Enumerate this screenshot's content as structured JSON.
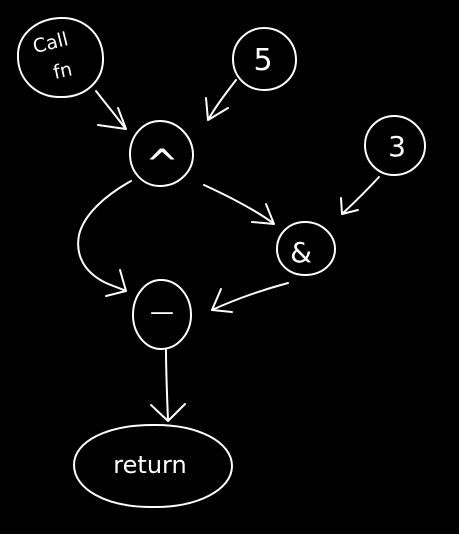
{
  "diagram": {
    "nodes": {
      "call_fn": {
        "line1": "Call",
        "line2": "fn"
      },
      "five": {
        "label": "5"
      },
      "three": {
        "label": "3"
      },
      "xor": {
        "label": "^"
      },
      "and": {
        "label": "&"
      },
      "minus": {
        "label": "—"
      },
      "ret": {
        "label": "return"
      }
    },
    "edges": [
      {
        "from": "Call fn",
        "to": "^"
      },
      {
        "from": "5",
        "to": "^"
      },
      {
        "from": "^",
        "to": "&"
      },
      {
        "from": "3",
        "to": "&"
      },
      {
        "from": "^",
        "to": "—"
      },
      {
        "from": "&",
        "to": "—"
      },
      {
        "from": "—",
        "to": "return"
      }
    ],
    "colors": {
      "background": "#000000",
      "ink": "#ffffff"
    }
  }
}
